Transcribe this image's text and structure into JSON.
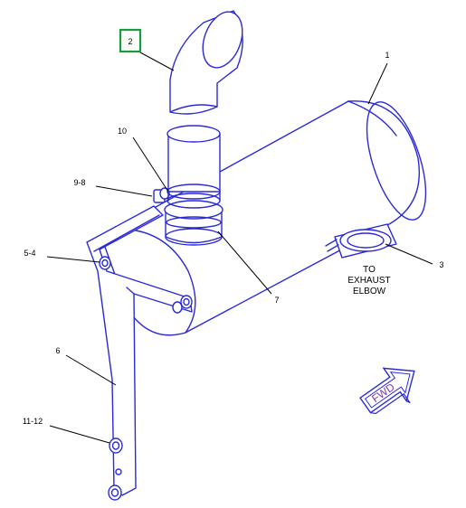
{
  "callouts": {
    "c1": "1",
    "c2": "2",
    "c3": "3",
    "c5_4": "5-4",
    "c6": "6",
    "c7": "7",
    "c9_8": "9-8",
    "c10": "10",
    "c11_12": "11-12"
  },
  "note": {
    "line1": "TO",
    "line2": "EXHAUST",
    "line3": "ELBOW"
  },
  "fwd_label": "FWD",
  "colors": {
    "part_stroke": "#2a2ad6",
    "highlight_box": "#1a9a3a",
    "fwd_arrow": "#7a3db0"
  },
  "icons": {
    "fwd": "fwd-arrow-icon"
  }
}
